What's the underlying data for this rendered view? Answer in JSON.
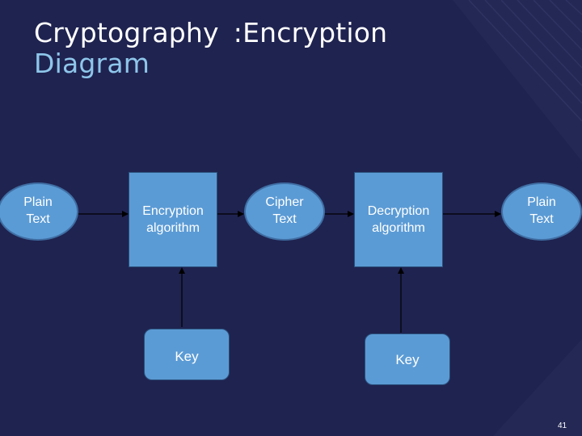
{
  "title": {
    "line1": "Cryptography",
    "separator": ":",
    "subtitle": "Encryption",
    "line2": "Diagram"
  },
  "nodes": {
    "plain_text_1": "Plain\nText",
    "encryption_algorithm": "Encryption\nalgorithm",
    "cipher_text": "Cipher\nText",
    "decryption_algorithm": "Decryption\nalgorithm",
    "plain_text_2": "Plain\nText",
    "key_1": "Key",
    "key_2": "Key"
  },
  "page_number": "41",
  "colors": {
    "background": "#1f2350",
    "shape_fill": "#5b9bd5",
    "title_accent": "#8ec6ea",
    "decor": "#2e3260"
  }
}
